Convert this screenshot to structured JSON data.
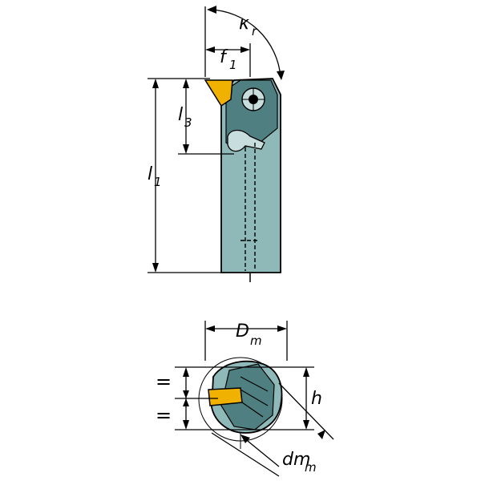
{
  "colors": {
    "body": "#8fb8b8",
    "body_dark": "#4f7f80",
    "insert": "#f1b100",
    "line": "#000000"
  },
  "labels": {
    "kappa": "κ",
    "kappa_sub": "r",
    "f": "f",
    "f_sub": "1",
    "l3": "l",
    "l3_sub": "3",
    "l1": "l",
    "l1_sub": "1",
    "D": "D",
    "D_sub": "m",
    "h": "h",
    "dm": "dm",
    "dm_sub": "m",
    "eq_top": "=",
    "eq_bottom": "="
  }
}
